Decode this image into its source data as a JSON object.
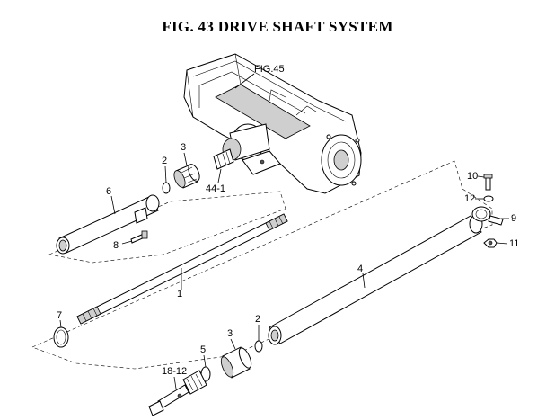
{
  "figure": {
    "title": "FIG. 43  DRIVE SHAFT SYSTEM",
    "ref_label": "FIG.45"
  },
  "labels": {
    "p1": "1",
    "p2a": "2",
    "p2b": "2",
    "p3a": "3",
    "p3b": "3",
    "p4": "4",
    "p5": "5",
    "p6": "6",
    "p7": "7",
    "p8": "8",
    "p9": "9",
    "p10": "10",
    "p11": "11",
    "p12": "12",
    "p44_1": "44-1",
    "p18_12": "18-12"
  }
}
